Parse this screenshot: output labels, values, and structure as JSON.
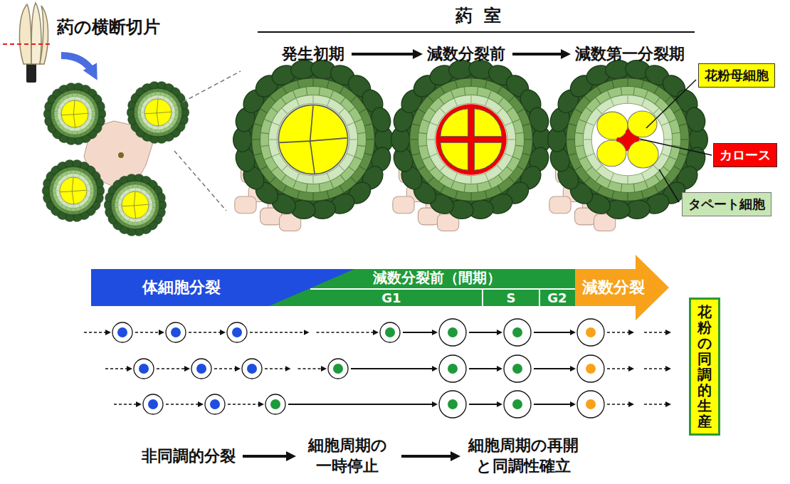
{
  "diagram": {
    "nodes": [
      {
        "text": [
          "発生初期"
        ]
      },
      {
        "text": [
          "減数分裂前"
        ]
      },
      {
        "text": [
          "減数第一分裂期"
        ]
      },
      {
        "text": [
          "花粉母細胞"
        ]
      },
      {
        "text": [
          "カロース"
        ]
      },
      {
        "text": [
          "タペート細胞"
        ]
      },
      {
        "text": [
          "体細胞分裂"
        ]
      },
      {
        "text": [
          "減数分裂前（間期）"
        ]
      },
      {
        "text": [
          "G1"
        ],
        "in": 7
      },
      {
        "text": [
          "S"
        ],
        "in": 7
      },
      {
        "text": [
          "G2"
        ],
        "in": 7
      },
      {
        "text": [
          "減数分裂"
        ]
      },
      {
        "text": [
          "花粉の同調的生産"
        ]
      },
      {
        "text": [
          "非同調的分裂"
        ]
      },
      {
        "text": [
          "細胞周期の 一時停止"
        ]
      },
      {
        "text": [
          "細胞周期の再開 と同調性確立"
        ]
      }
    ],
    "edges": [
      {
        "from": 0,
        "to": 1,
        "arrow": "to"
      },
      {
        "from": 1,
        "to": 2,
        "arrow": "to"
      },
      {
        "from": 13,
        "to": 14,
        "arrow": "to"
      },
      {
        "from": 14,
        "to": 15,
        "arrow": "to"
      }
    ],
    "labels": [
      "葯の横断切片",
      "葯室"
    ]
  }
}
